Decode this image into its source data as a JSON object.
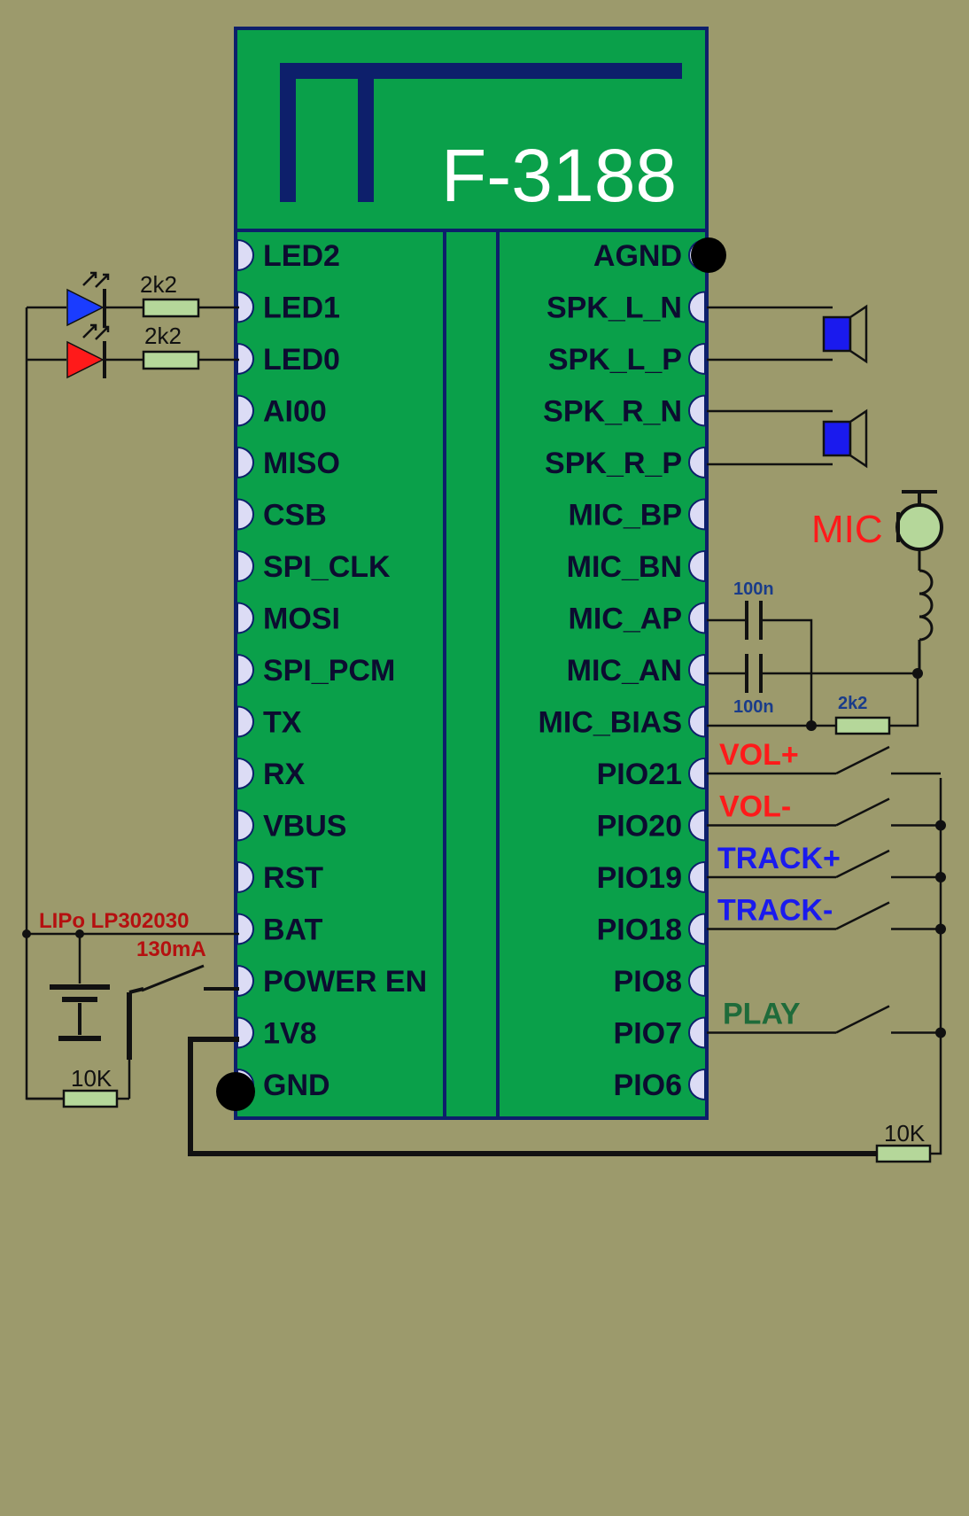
{
  "chip": {
    "title": "F-3188",
    "left_pins": [
      "LED2",
      "LED1",
      "LED0",
      "AI00",
      "MISO",
      "CSB",
      "SPI_CLK",
      "MOSI",
      "SPI_PCM",
      "TX",
      "RX",
      "VBUS",
      "RST",
      "BAT",
      "POWER EN",
      "1V8",
      "GND"
    ],
    "right_pins": [
      "AGND",
      "SPK_L_N",
      "SPK_L_P",
      "SPK_R_N",
      "SPK_R_P",
      "MIC_BP",
      "MIC_BN",
      "MIC_AP",
      "MIC_AN",
      "MIC_BIAS",
      "PIO21",
      "PIO20",
      "PIO19",
      "PIO18",
      "PIO8",
      "PIO7",
      "PIO6"
    ]
  },
  "components": {
    "led_resistors": [
      "2k2",
      "2k2"
    ],
    "cap_labels": [
      "100n",
      "100n"
    ],
    "bias_resistor": "2k2",
    "mic_label": "MIC",
    "battery_label_line1": "LIPo  LP302030",
    "battery_label_line2": "130mA",
    "pulldown_left": "10K",
    "pulldown_right": "10K"
  },
  "switches": [
    {
      "label": "VOL+",
      "color": "#ff1a1a"
    },
    {
      "label": "VOL-",
      "color": "#ff1a1a"
    },
    {
      "label": "TRACK+",
      "color": "#1a1aee"
    },
    {
      "label": "TRACK-",
      "color": "#1a1aee"
    },
    {
      "label": "PLAY",
      "color": "#1f6b3a"
    }
  ],
  "colors": {
    "background": "#9c9a6c",
    "chip_fill": "#0aa04a",
    "chip_outline": "#0d1f6b",
    "pin_fill": "#dcdcf5",
    "led_blue": "#1a3cff",
    "led_red": "#ff1a1a",
    "speaker": "#1a1aee",
    "resistor_fill": "#b5d79a"
  }
}
